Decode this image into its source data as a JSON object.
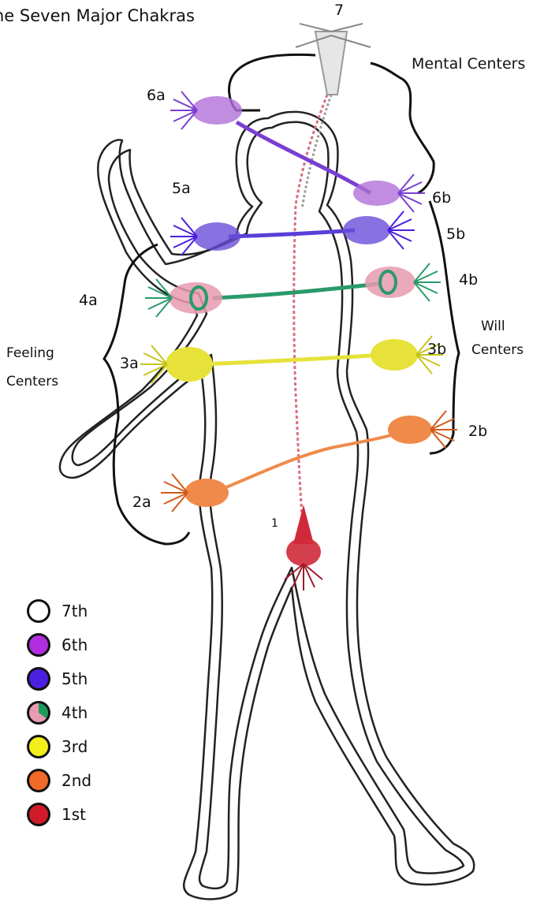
{
  "title": "he Seven Major Chakras",
  "labels": {
    "top7": "7",
    "mental_centers": "Mental Centers",
    "c6a": "6a",
    "c6b": "6b",
    "c5a": "5a",
    "c5b": "5b",
    "c4a": "4a",
    "c4b": "4b",
    "c3a": "3a",
    "c3b": "3b",
    "c2a": "2a",
    "c2b": "2b",
    "c1": "1",
    "feeling_line1": "Feeling",
    "feeling_line2": "Centers",
    "will_line1": "Will",
    "will_line2": "Centers"
  },
  "legend": [
    {
      "label": "7th",
      "color": "#ffffff"
    },
    {
      "label": "6th",
      "color": "#b02ee0"
    },
    {
      "label": "5th",
      "color": "#4a1fe0"
    },
    {
      "label": "4th",
      "color": "#e89ab0",
      "secondary": "#1e9a5a"
    },
    {
      "label": "3rd",
      "color": "#f2ee1a"
    },
    {
      "label": "2nd",
      "color": "#f06a2a"
    },
    {
      "label": "1st",
      "color": "#d01a2a"
    }
  ],
  "colors": {
    "c7": "#cfcfcf",
    "c6": "#b070d8",
    "c5": "#6a4ed8",
    "c4_pink": "#e89ab0",
    "c4_green": "#2a9a6a",
    "c3": "#e6e23a",
    "c2": "#f08a4a",
    "c1": "#d02a3a"
  }
}
